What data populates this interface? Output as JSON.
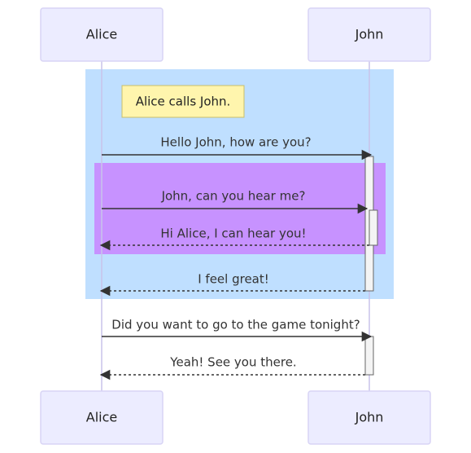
{
  "participants": [
    {
      "id": "alice",
      "label": "Alice"
    },
    {
      "id": "john",
      "label": "John"
    }
  ],
  "note": {
    "text": "Alice calls John."
  },
  "messages": [
    {
      "id": "m1",
      "text": "Hello John, how are you?",
      "style": "solid"
    },
    {
      "id": "m2",
      "text": "John, can you hear me?",
      "style": "solid"
    },
    {
      "id": "m3",
      "text": "Hi Alice, I can hear you!",
      "style": "dashed"
    },
    {
      "id": "m4",
      "text": "I feel great!",
      "style": "dashed"
    },
    {
      "id": "m5",
      "text": "Did you want to go to the game tonight?",
      "style": "solid"
    },
    {
      "id": "m6",
      "text": "Yeah! See you there.",
      "style": "dashed"
    }
  ],
  "colors": {
    "outer_rect": "#bfdfff",
    "inner_rect": "#c792ff",
    "note_fill": "#fff5ad",
    "actor_fill": "#ececff"
  }
}
